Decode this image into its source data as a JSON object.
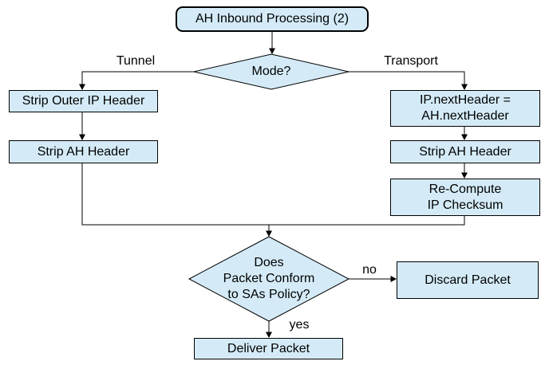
{
  "diagram": {
    "title": "AH Inbound Processing (2)",
    "nodes": {
      "start": {
        "label": "AH Inbound Processing (2)"
      },
      "mode_decision": {
        "label": "Mode?"
      },
      "strip_outer_ip": {
        "label": "Strip Outer IP Header"
      },
      "strip_ah_left": {
        "label": "Strip AH Header"
      },
      "ip_next_header": {
        "lines": [
          "IP.nextHeader =",
          "AH.nextHeader"
        ]
      },
      "strip_ah_right": {
        "label": "Strip AH Header"
      },
      "recompute_checksum": {
        "lines": [
          "Re-Compute",
          "IP Checksum"
        ]
      },
      "policy_decision": {
        "lines": [
          "Does",
          "Packet Conform",
          "to SAs Policy?"
        ]
      },
      "discard_packet": {
        "label": "Discard Packet"
      },
      "deliver_packet": {
        "label": "Deliver Packet"
      }
    },
    "edge_labels": {
      "tunnel": "Tunnel",
      "transport": "Transport",
      "no": "no",
      "yes": "yes"
    },
    "colors": {
      "node_fill": "#d4ebf7",
      "node_border": "#000000",
      "connector": "#000000",
      "background": "#ffffff"
    }
  }
}
